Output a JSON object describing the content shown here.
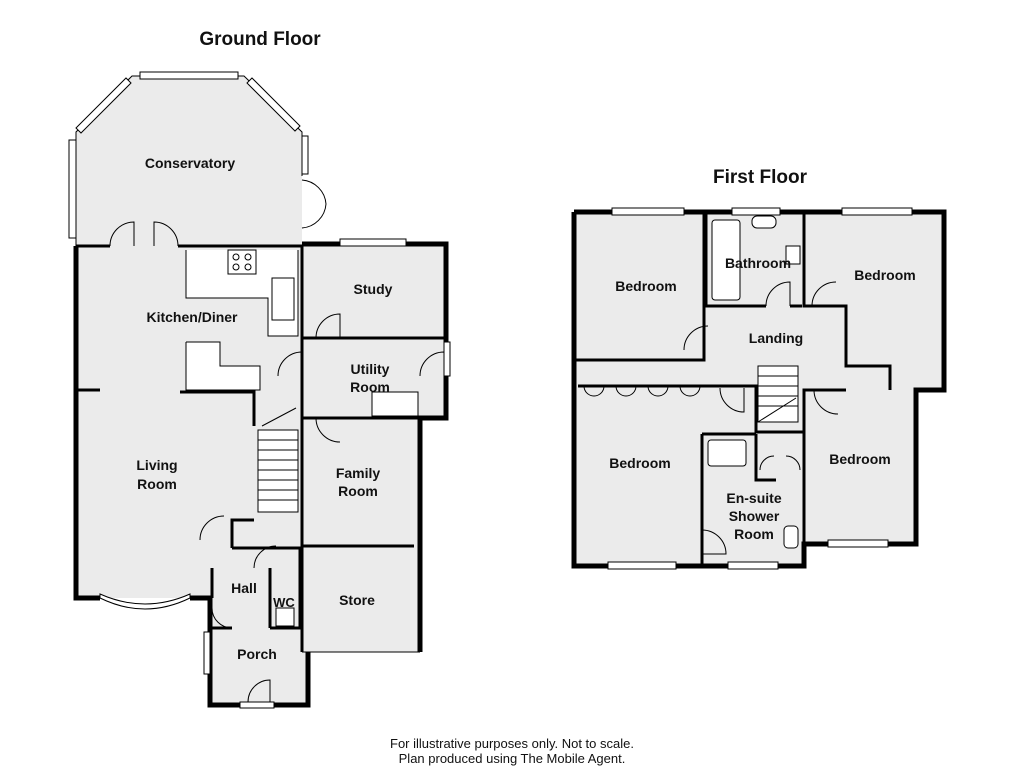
{
  "plans": {
    "ground_floor": {
      "title": "Ground Floor",
      "rooms": {
        "conservatory": "Conservatory",
        "kitchen_diner": "Kitchen/Diner",
        "study": "Study",
        "utility_room_line1": "Utility",
        "utility_room_line2": "Room",
        "living_room_line1": "Living",
        "living_room_line2": "Room",
        "family_room_line1": "Family",
        "family_room_line2": "Room",
        "hall": "Hall",
        "wc": "WC",
        "store": "Store",
        "porch": "Porch"
      }
    },
    "first_floor": {
      "title": "First Floor",
      "rooms": {
        "bedroom_top_left": "Bedroom",
        "bathroom": "Bathroom",
        "bedroom_top_right": "Bedroom",
        "landing": "Landing",
        "bedroom_bottom_left": "Bedroom",
        "bedroom_bottom_right": "Bedroom",
        "ensuite_line1": "En-suite",
        "ensuite_line2": "Shower",
        "ensuite_line3": "Room"
      }
    }
  },
  "footer": {
    "line1": "For illustrative purposes only. Not to scale.",
    "line2": "Plan produced using The Mobile Agent."
  }
}
